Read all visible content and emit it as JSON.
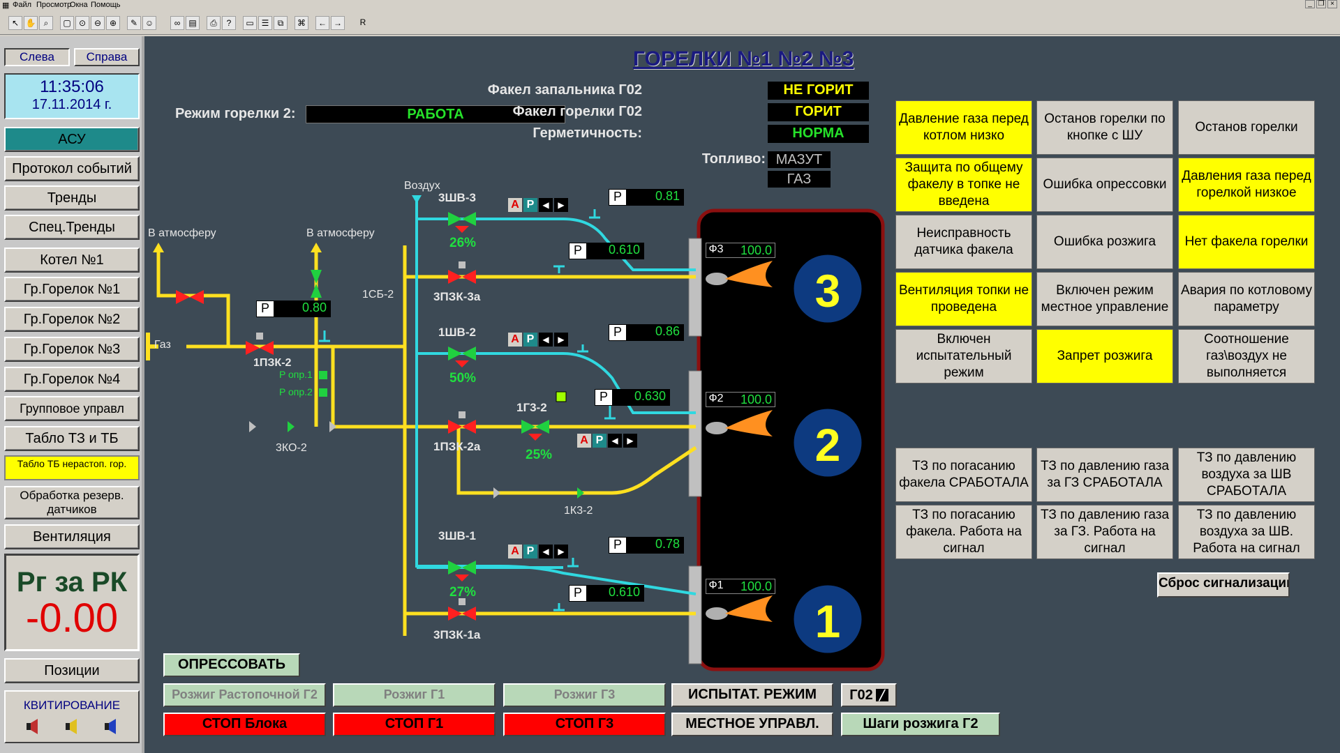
{
  "menu": {
    "file": "Файл",
    "view": "Просмотр",
    "windows": "Окна",
    "help": "Помощь"
  },
  "sidebar": {
    "left": "Слева",
    "right": "Справа",
    "time": "11:35:06",
    "date": "17.11.2014 г.",
    "items": [
      "АСУ",
      "Протокол событий",
      "Тренды",
      "Спец.Тренды",
      "Котел №1",
      "Гр.Горелок №1",
      "Гр.Горелок №2",
      "Гр.Горелок №3",
      "Гр.Горелок №4",
      "Групповое управл",
      "Табло ТЗ и ТБ"
    ],
    "notice": "Табло ТБ нерастоп. гор.",
    "reserve": "Обработка резерв. датчиков",
    "ventilation": "Вентиляция",
    "pg_label": "Рг за РК",
    "pg_value": "-0.00",
    "positions": "Позиции",
    "ack": "КВИТИРОВАНИЕ"
  },
  "title": "ГОРЕЛКИ №1 №2 №3",
  "mode": {
    "label": "Режим горелки 2:",
    "value": "РАБОТА"
  },
  "status": {
    "pilot_label": "Факел запальника Г02",
    "pilot_value": "НЕ ГОРИТ",
    "flame_label": "Факел горелки Г02",
    "flame_value": "ГОРИТ",
    "tight_label": "Герметичность:",
    "tight_value": "НОРМА",
    "fuel_label": "Топливо:",
    "fuel_1": "МАЗУТ",
    "fuel_2": "ГАЗ"
  },
  "scheme": {
    "atm1": "В атмосферу",
    "atm2": "В атмосферу",
    "air": "Воздух",
    "gas": "Газ",
    "p_sym": "P",
    "p_main": "0.80",
    "p_3shv3": "0.81",
    "p_3pzk3a": "0.610",
    "p_1shv2": "0.86",
    "p_1g32": "0.630",
    "p_3shv1": "0.78",
    "p_3pzk1a": "0.610",
    "v_1pzk2": "1ПЗК-2",
    "v_1sb2": "1СБ-2",
    "v_zko2": "3КО-2",
    "v_3shv3": "3ШВ-3",
    "v_3pzk3a": "3ПЗК-3а",
    "v_1shv2": "1ШВ-2",
    "v_1pzk2a": "1ПЗК-2а",
    "v_1g32": "1Г3-2",
    "v_1k32": "1К3-2",
    "v_3shv1": "3ШВ-1",
    "v_3pzk1a": "3ПЗК-1а",
    "pct_3shv3": "26%",
    "pct_1shv2": "50%",
    "pct_1g32": "25%",
    "pct_3shv1": "27%",
    "p_opr1": "P опр.1",
    "p_opr2": "P опр.2",
    "ctl_a": "A",
    "ctl_p": "P",
    "f3": "Ф3",
    "f3v": "100.0",
    "f2": "Ф2",
    "f2v": "100.0",
    "f1": "Ф1",
    "f1v": "100.0",
    "b3": "3",
    "b2": "2",
    "b1": "1"
  },
  "alarms": [
    {
      "t": "Давление газа перед котлом низко",
      "y": true
    },
    {
      "t": "Останов горелки по кнопке с ШУ",
      "y": false
    },
    {
      "t": "Останов горелки",
      "y": false
    },
    {
      "t": "Защита по общему факелу в топке не введена",
      "y": true
    },
    {
      "t": "Ошибка опрессовки",
      "y": false
    },
    {
      "t": "Давления газа перед горелкой низкое",
      "y": true
    },
    {
      "t": "Неисправность датчика факела",
      "y": false
    },
    {
      "t": "Ошибка розжига",
      "y": false
    },
    {
      "t": "Нет факела горелки",
      "y": true
    },
    {
      "t": "Вентиляция топки не проведена",
      "y": true
    },
    {
      "t": "Включен режим местное управление",
      "y": false
    },
    {
      "t": "Авария по котловому параметру",
      "y": false
    },
    {
      "t": "Включен испытательный режим",
      "y": false
    },
    {
      "t": "Запрет розжига",
      "y": true
    },
    {
      "t": "Соотношение газ\\воздух не выполняется",
      "y": false
    }
  ],
  "tz": [
    "ТЗ по погасанию факела СРАБОТАЛА",
    "ТЗ по давлению газа за ГЗ СРАБОТАЛА",
    "ТЗ по давлению воздуха за ШВ СРАБОТАЛА",
    "ТЗ по погасанию факела. Работа на сигнал",
    "ТЗ по давлению газа за ГЗ. Работа на сигнал",
    "ТЗ по давлению воздуха за ШВ. Работа на сигнал"
  ],
  "controls": {
    "reset": "Сброс сигнализации",
    "press": "ОПРЕССОВАТЬ",
    "ign_r": "Розжиг Растопочной Г2",
    "ign1": "Розжиг Г1",
    "ign3": "Розжиг Г3",
    "test": "ИСПЫТАТ. РЕЖИМ",
    "g02": "Г02",
    "stop_block": "СТОП Блока",
    "stop1": "СТОП Г1",
    "stop3": "СТОП Г3",
    "local": "МЕСТНОЕ УПРАВЛ.",
    "steps": "Шаги розжига Г2"
  }
}
